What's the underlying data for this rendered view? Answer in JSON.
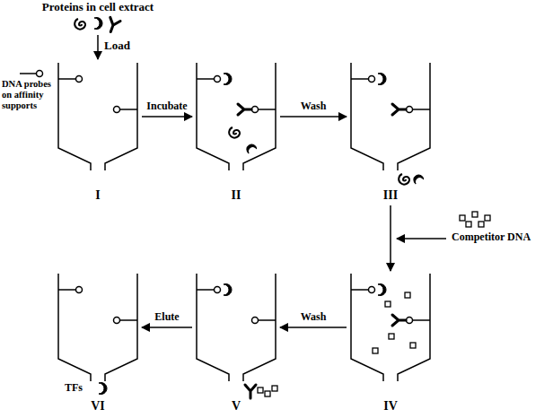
{
  "diagram": {
    "nodes": [
      {
        "text": [
          "I"
        ]
      },
      {
        "text": [
          "II"
        ]
      },
      {
        "text": [
          "III"
        ]
      },
      {
        "text": [
          "IV"
        ]
      },
      {
        "text": [
          "V"
        ]
      },
      {
        "text": [
          "VI"
        ]
      }
    ],
    "edges": [
      {
        "from": 0,
        "to": 1,
        "arrow": "to",
        "label": "Incubate"
      },
      {
        "from": 1,
        "to": 2,
        "arrow": "to",
        "label": "Wash"
      },
      {
        "from": 2,
        "to": 3,
        "arrow": "to"
      },
      {
        "from": 3,
        "to": 4,
        "arrow": "to",
        "label": "Wash"
      },
      {
        "from": 4,
        "to": 5,
        "arrow": "to",
        "label": "Elute"
      }
    ],
    "labels": [
      "Proteins in cell extract",
      "Load",
      "DNA probes on affinity supports",
      "Competitor DNA",
      "TFs"
    ]
  }
}
